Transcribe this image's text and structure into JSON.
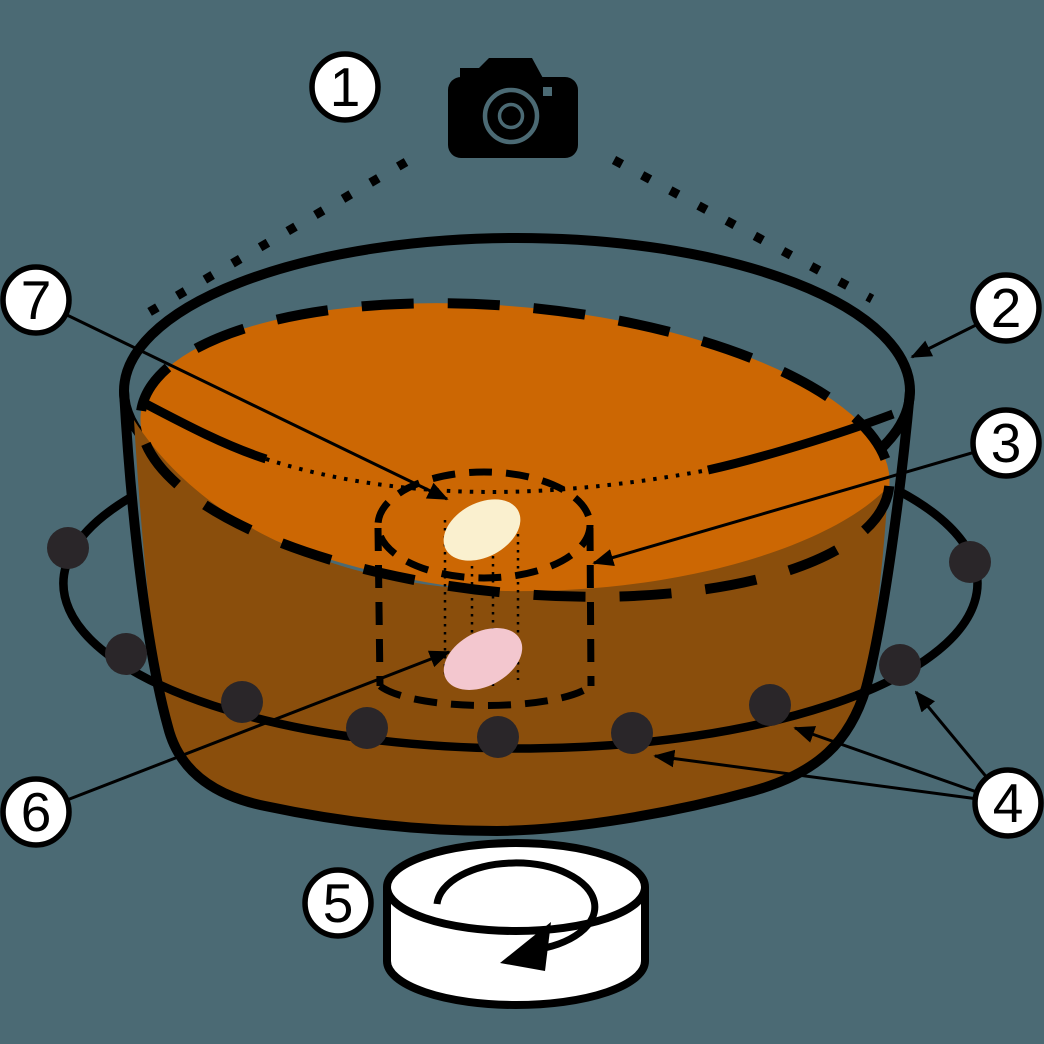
{
  "diagram": {
    "kind": "experimental-setup-schematic",
    "marker_count": 9,
    "labels": [
      {
        "text": "1",
        "name": "camera"
      },
      {
        "text": "2",
        "name": "tank"
      },
      {
        "text": "3",
        "name": "measurement-volume"
      },
      {
        "text": "4",
        "name": "ring-markers"
      },
      {
        "text": "5",
        "name": "turntable"
      },
      {
        "text": "6",
        "name": "submerged-particle"
      },
      {
        "text": "7",
        "name": "surface-particle"
      }
    ],
    "icons": {
      "camera": "camera-icon",
      "rotation": "rotation-arrow-icon"
    }
  },
  "colors": {
    "background": "#4b6a74",
    "liquid_surface": "#cc6703",
    "liquid_body": "#8a4e0c",
    "particle_surface": "#faf0cf",
    "particle_deep": "#f3c7cf",
    "marker_dot": "#2a2629",
    "outline": "#000000",
    "label_fill": "#ffffff"
  }
}
